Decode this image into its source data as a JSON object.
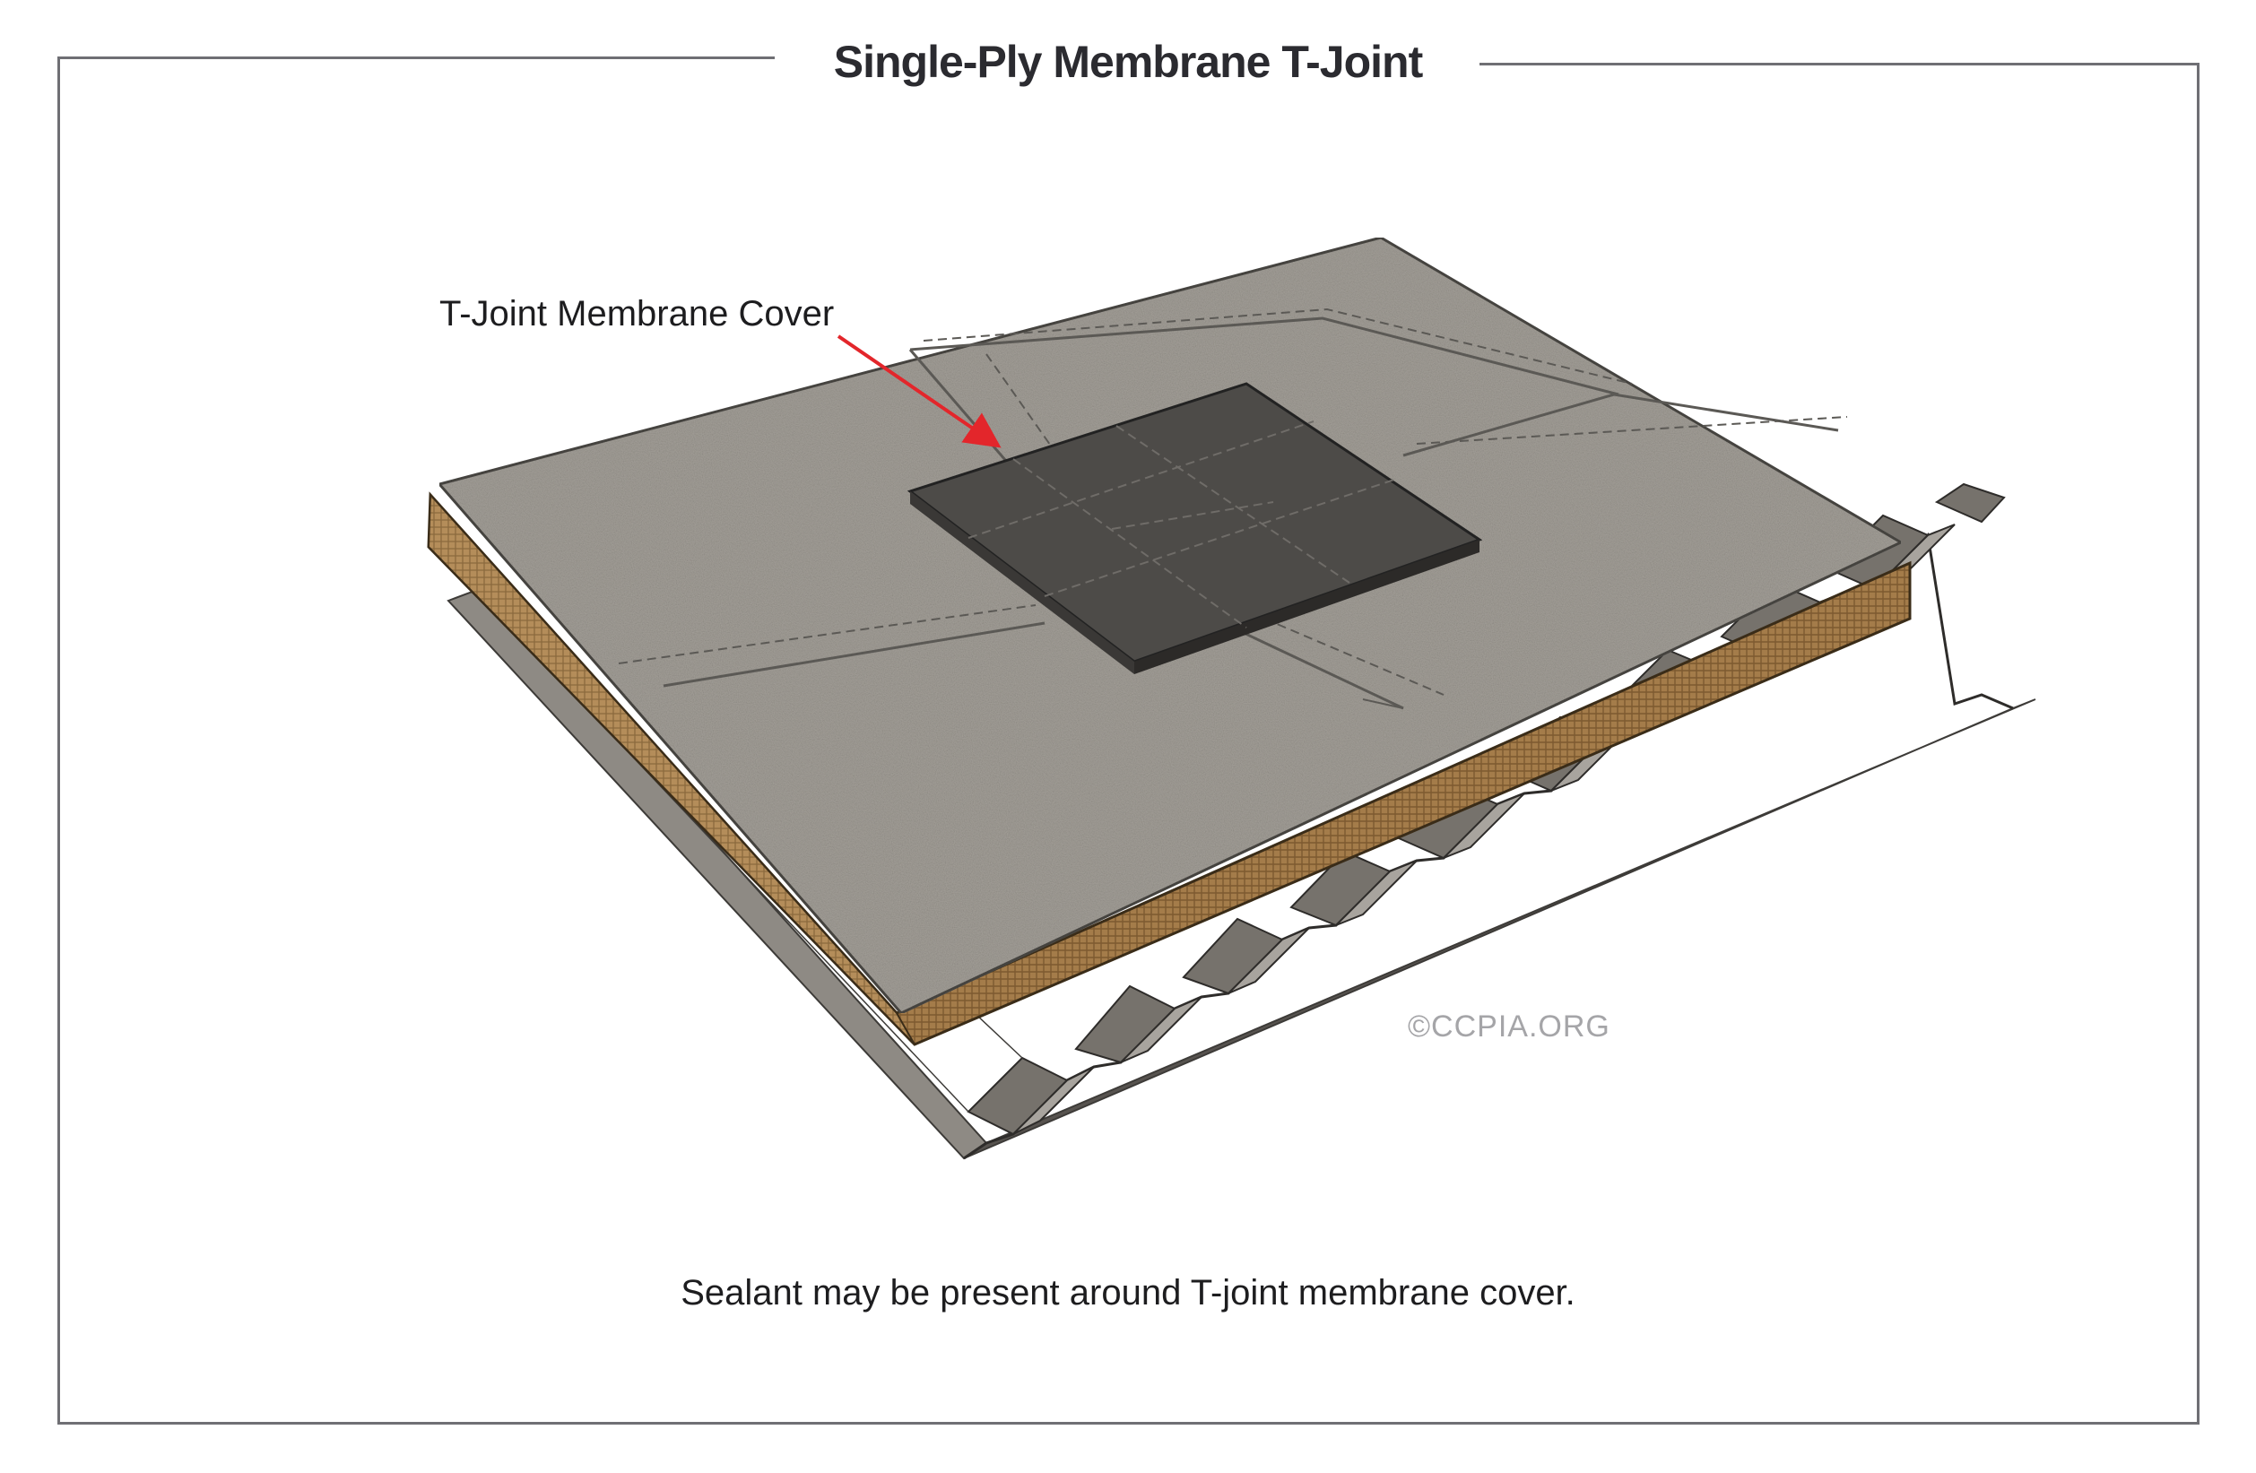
{
  "title": "Single-Ply Membrane T-Joint",
  "callout": "T-Joint Membrane Cover",
  "caption": "Sealant may be present around T-joint membrane cover.",
  "copyright": "©CCPIA.ORG",
  "colors": {
    "membrane": "#a39f98",
    "cover": "#4d4b48",
    "insulation": "#a47c4a",
    "deck": "#6b6762",
    "arrow": "#e3262b",
    "frame": "#6f6f74"
  }
}
